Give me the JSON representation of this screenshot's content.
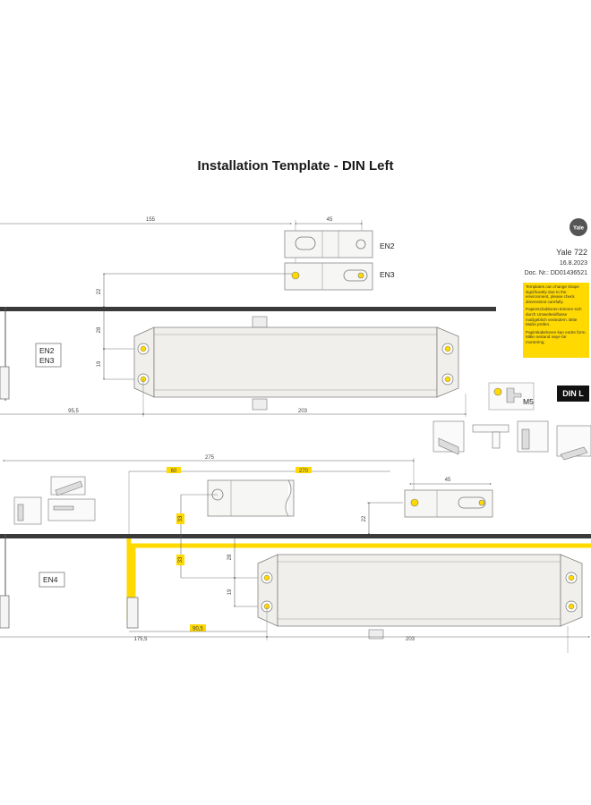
{
  "title": "Installation Template - DIN Left",
  "brand": {
    "logo_text": "Yale",
    "product": "Yale 722",
    "date": "16.8.2023",
    "doc_no": "Doc. Nr.: DD01436521"
  },
  "notice": {
    "line1": "Templates can change shape significantly due to the environment, please check dimensions carefully.",
    "line2": "Papierschablonen können sich durch Umwelteinflüsse maßgeblich verändern. Bitte Maße prüfen.",
    "line3": "Papirskabelonen kan endre form. Måle avstand nøye før montering."
  },
  "badge": "DIN L",
  "screw_label": "M5",
  "labels": {
    "en2": "EN2",
    "en3": "EN3",
    "en4": "EN4"
  },
  "dims_top": {
    "d155": "155",
    "d45": "45",
    "d22": "22",
    "d28": "28",
    "d19": "19",
    "d95_5": "95,5",
    "d203": "203"
  },
  "dims_bottom": {
    "d275": "275",
    "d60": "60",
    "d270": "270",
    "d45": "45",
    "d22": "22",
    "d33a": "33",
    "d33b": "33",
    "d28": "28",
    "d19": "19",
    "d175_5": "175,5",
    "d90_5": "90,5",
    "d203": "203"
  },
  "colors": {
    "accent": "#ffd900",
    "frame": "#333333",
    "body_fill": "#f0efeb"
  }
}
